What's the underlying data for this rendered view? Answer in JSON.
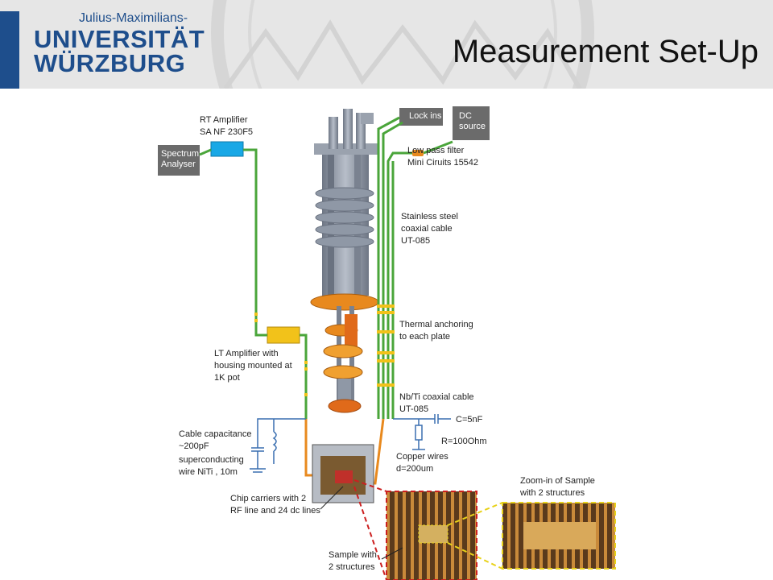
{
  "header": {
    "logo_top": "Julius-Maximilians-",
    "logo_line1": "UNIVERSITÄT",
    "logo_line2": "WÜRZBURG",
    "title": "Measurement Set-Up"
  },
  "labels": {
    "rt_amplifier": "RT Amplifier\nSA NF 230F5",
    "spectrum_analyser": "Spectrum\nAnalyser",
    "lock_ins": "Lock ins",
    "dc_source": "DC\nsource",
    "low_pass_filter": "Low pass filter\nMini Ciruits 15542",
    "stainless_cable": "Stainless steel\ncoaxial cable\nUT-085",
    "thermal_anchoring": "Thermal anchoring\nto each plate",
    "lt_amplifier": "LT Amplifier with\nhousing mounted at\n1K pot",
    "nbti_cable": "Nb/Ti coaxial cable\nUT-085",
    "capacitor": "C=5nF",
    "resistor": "R=100Ohm",
    "cable_capacitance": "Cable capacitance\n~200pF",
    "superconducting_wire": "superconducting\nwire NiTi , 10m",
    "copper_wires": "Copper wires\nd=200um",
    "chip_carriers": "Chip carriers with 2\nRF line and 24 dc lines",
    "zoom_in": "Zoom-in of Sample\nwith 2 structures",
    "sample": "Sample with\n2 structures"
  },
  "colors": {
    "brand_blue": "#1e4e8c",
    "green_cable": "#4aa53a",
    "orange_wire": "#e8891e",
    "amplifier_blue": "#19a8e6",
    "amplifier_yellow": "#f2c21a",
    "red_dashed": "#cc1f1f",
    "yellow_dashed": "#e8d21a",
    "steel_gray": "#8f98a6"
  }
}
